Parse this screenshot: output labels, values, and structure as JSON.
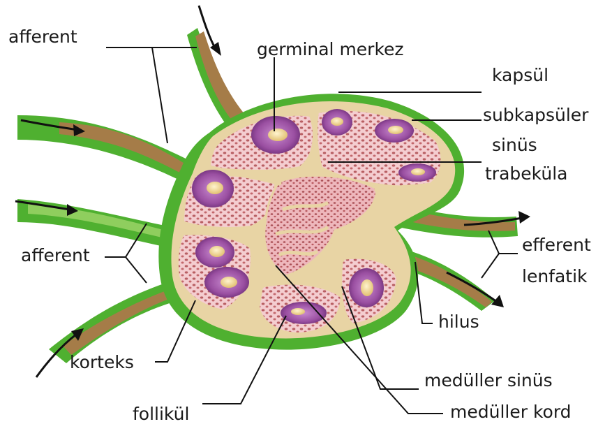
{
  "labels": {
    "afferent_top": "afferent",
    "germinal_merkez": "germinal merkez",
    "kapsul": "kapsül",
    "subkapsuler": "subkapsüler",
    "sinus": "sinüs",
    "trabekula": "trabeküla",
    "afferent_mid": "afferent",
    "efferent": "efferent",
    "lenfatik": "lenfatik",
    "hilus": "hilus",
    "korteks": "korteks",
    "medullar_sinus": "medüller sinüs",
    "follikul": "follikül",
    "medullar_kord": "medüller kord"
  },
  "colors": {
    "capsule_green": "#4fb030",
    "capsule_green_light": "#9ed86a",
    "connective_tan": "#e8d4a4",
    "lymphatic_brown": "#a57c48",
    "cortex_pink": "#f2c4c8",
    "medulla_pink": "#e9b1b5",
    "follicle_purple": "#9a4fa1",
    "germinal_center": "#f3d88d",
    "leader_line": "#111111"
  }
}
